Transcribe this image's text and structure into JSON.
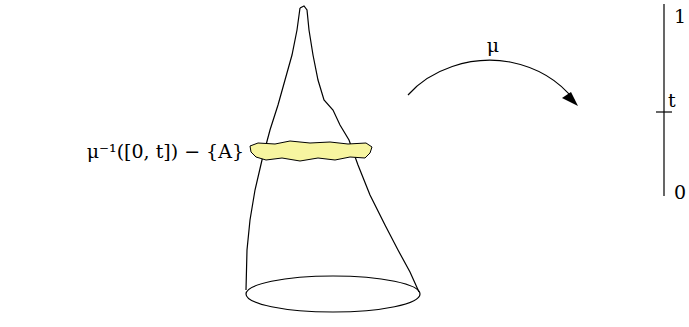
{
  "diagram": {
    "labels": [
      "μ⁻¹([0, t]) − {A}",
      "μ",
      "1",
      "t",
      "0"
    ]
  }
}
